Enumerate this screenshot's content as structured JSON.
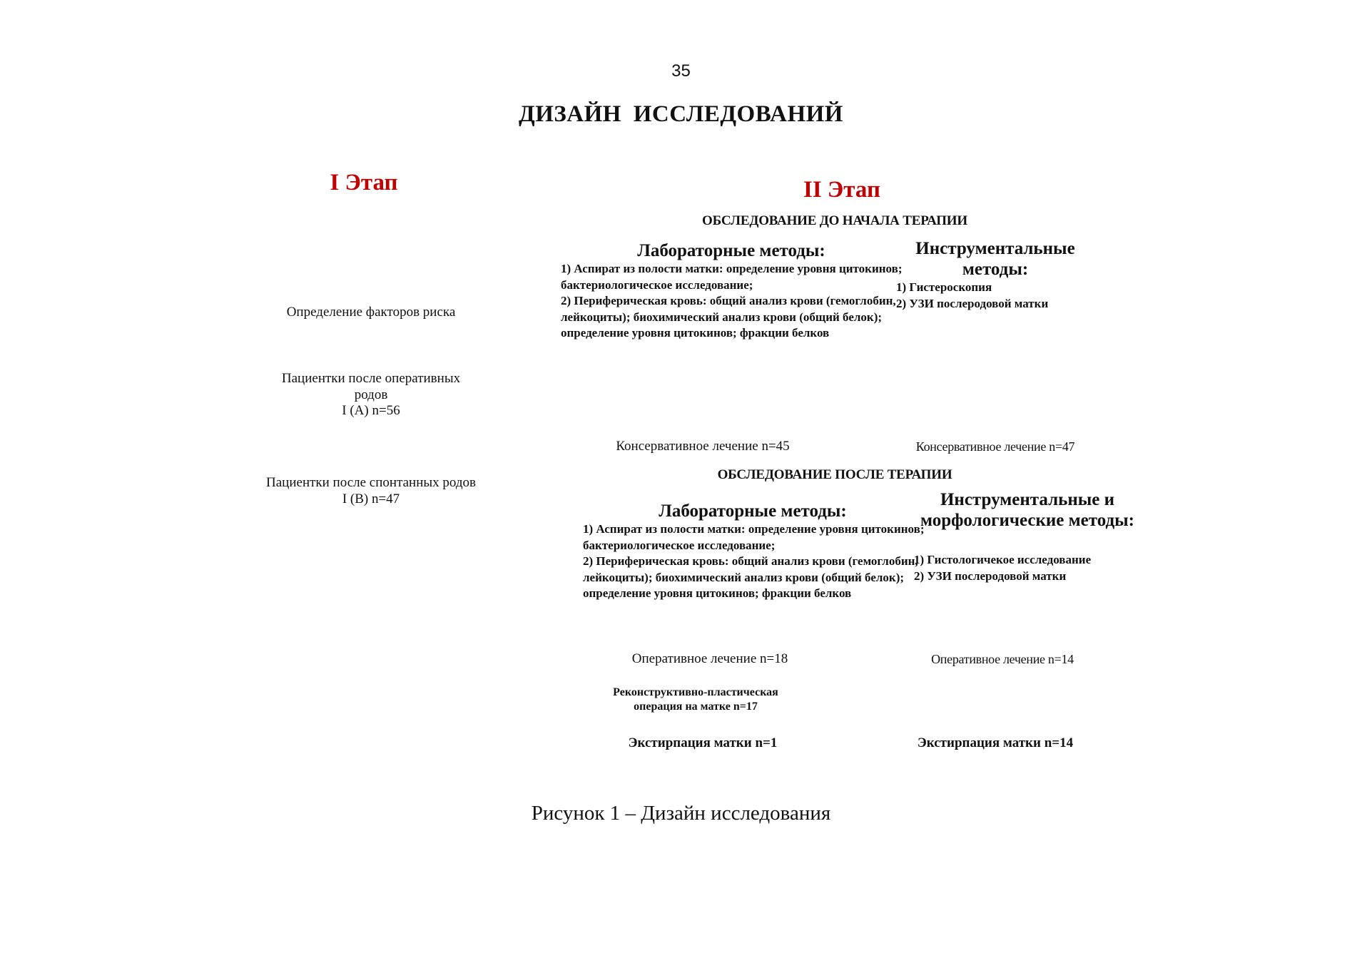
{
  "page_number": "35",
  "title": "ДИЗАЙН  ИССЛЕДОВАНИЙ",
  "stage1": {
    "heading": "I Этап",
    "risk_factors": "Определение факторов риска",
    "group_a": [
      "Пациентки после оперативных",
      "родов",
      "I (А) n=56"
    ],
    "group_b": [
      "Пациентки после спонтанных родов",
      "I (В) n=47"
    ]
  },
  "stage2": {
    "heading": "II Этап",
    "before": {
      "title": "ОБСЛЕДОВАНИЕ ДО НАЧАЛА ТЕРАПИИ",
      "lab_heading": "Лабораторные методы:",
      "lab_items": [
        "1) Аспират из полости матки: определение уровня цитокинов; бактериологическое исследование;",
        "2) Периферическая кровь: общий анализ крови (гемоглобин, лейкоциты); биохимический анализ крови (общий белок); определение уровня цитокинов; фракции белков"
      ],
      "instr_heading": "Инструментальные методы:",
      "instr_items": [
        "1) Гистероскопия",
        "2) УЗИ послеродовой матки"
      ]
    },
    "conservative_left": "Консервативное лечение n=45",
    "conservative_right": "Консервативное лечение n=47",
    "after": {
      "title": "ОБСЛЕДОВАНИЕ ПОСЛЕ ТЕРАПИИ",
      "lab_heading": "Лабораторные методы:",
      "lab_items": [
        "1) Аспират из полости матки: определение уровня цитокинов; бактериологическое исследование;",
        "2) Периферическая кровь: общий анализ крови (гемоглобин, лейкоциты); биохимический анализ крови (общий белок); определение уровня цитокинов; фракции белков"
      ],
      "instr_heading": "Инструментальные и морфологические методы:",
      "instr_items": [
        "1) Гистологичекое исследование",
        "2) УЗИ послеродовой матки"
      ]
    },
    "operative_left": "Оперативное лечение n=18",
    "operative_right": "Оперативное лечение n=14",
    "reconstructive": "Реконструктивно-пластическая операция на матке n=17",
    "extirpation_left": "Экстирпация матки n=1",
    "extirpation_right": "Экстирпация матки n=14"
  },
  "caption": "Рисунок 1 – Дизайн исследования"
}
